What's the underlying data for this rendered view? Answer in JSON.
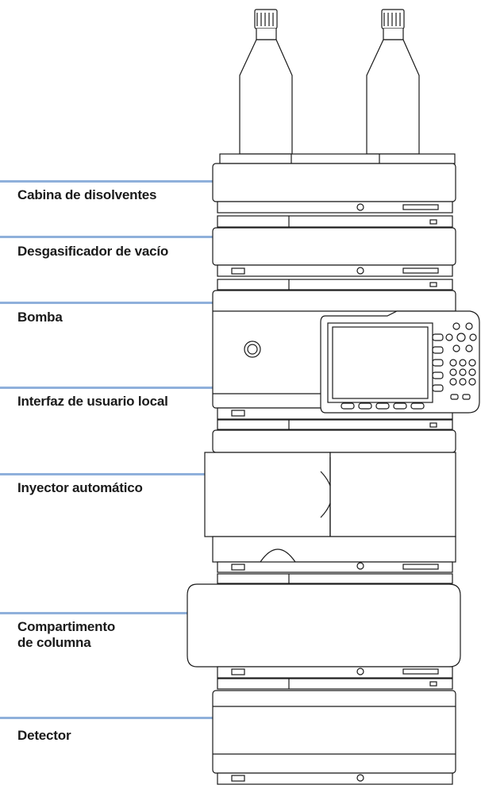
{
  "labels": {
    "solvent_cabinet": "Cabina de disolventes",
    "vacuum_degasser": "Desgasificador de vacío",
    "pump": "Bomba",
    "local_user_interface": "Interfaz de usuario local",
    "autosampler": "Inyector automático",
    "column_compartment_line1": "Compartimento",
    "column_compartment_line2": "de columna",
    "detector": "Detector"
  },
  "colors": {
    "leader_line": "#8fb0db",
    "outline": "#1a1a1a",
    "module_fill": "#ffffff"
  }
}
